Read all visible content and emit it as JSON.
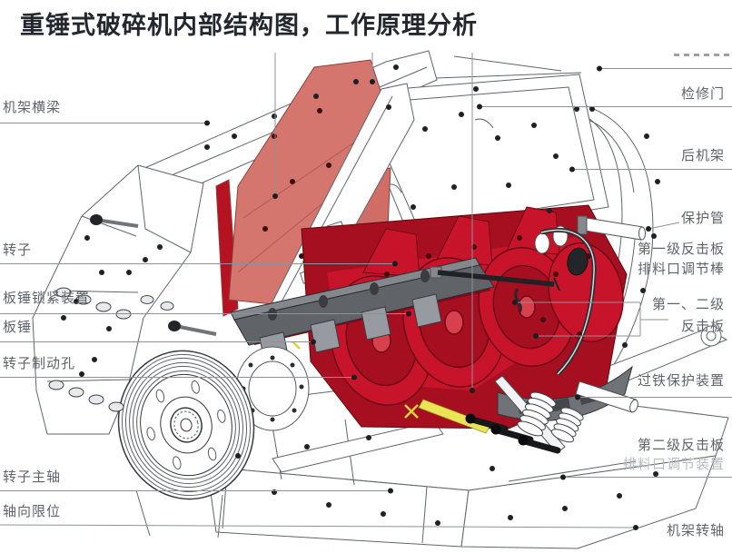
{
  "title": "重锤式破碎机内部结构图，工作原理分析",
  "labels": {
    "left": [
      {
        "id": "frame-crossbeam",
        "text": "机架横梁"
      },
      {
        "id": "rotor",
        "text": "转子"
      },
      {
        "id": "hammer-lock",
        "text": "板锤锁紧装置"
      },
      {
        "id": "hammer",
        "text": "板锤"
      },
      {
        "id": "rotor-brake-hole",
        "text": "转子制动孔"
      },
      {
        "id": "rotor-main-shaft",
        "text": "转子主轴"
      },
      {
        "id": "axial-limit",
        "text": "轴向限位"
      }
    ],
    "right": [
      {
        "id": "inspection-door",
        "text": "检修门"
      },
      {
        "id": "rear-frame",
        "text": "后机架"
      },
      {
        "id": "protection-tube",
        "text": "保护管"
      },
      {
        "id": "first-impact-plate",
        "text": "第一级反击板"
      },
      {
        "id": "discharge-adjust-rod",
        "text": "排料口调节棒"
      },
      {
        "id": "first-second-line1",
        "text": "第一、二级"
      },
      {
        "id": "first-second-line2",
        "text": "反击板"
      },
      {
        "id": "iron-protection-device",
        "text": "过铁保护装置"
      },
      {
        "id": "second-impact-plate",
        "text": "第二级反击板"
      },
      {
        "id": "discharge-adjust-device",
        "text": "排料口调节装置"
      },
      {
        "id": "frame-pivot-shaft",
        "text": "机架转轴"
      }
    ]
  },
  "colors": {
    "title_text": "#23272e",
    "label_text": "#5f646b",
    "label_text_muted": "#b7bbc0",
    "leader_line": "#8e9297",
    "machine_red": "#c8142b",
    "machine_dark_red": "#a60f20",
    "machine_salmon": "#d4756e",
    "machine_gray": "#6f7276",
    "machine_yellow": "#e9e554",
    "line_art": "#61656b"
  }
}
